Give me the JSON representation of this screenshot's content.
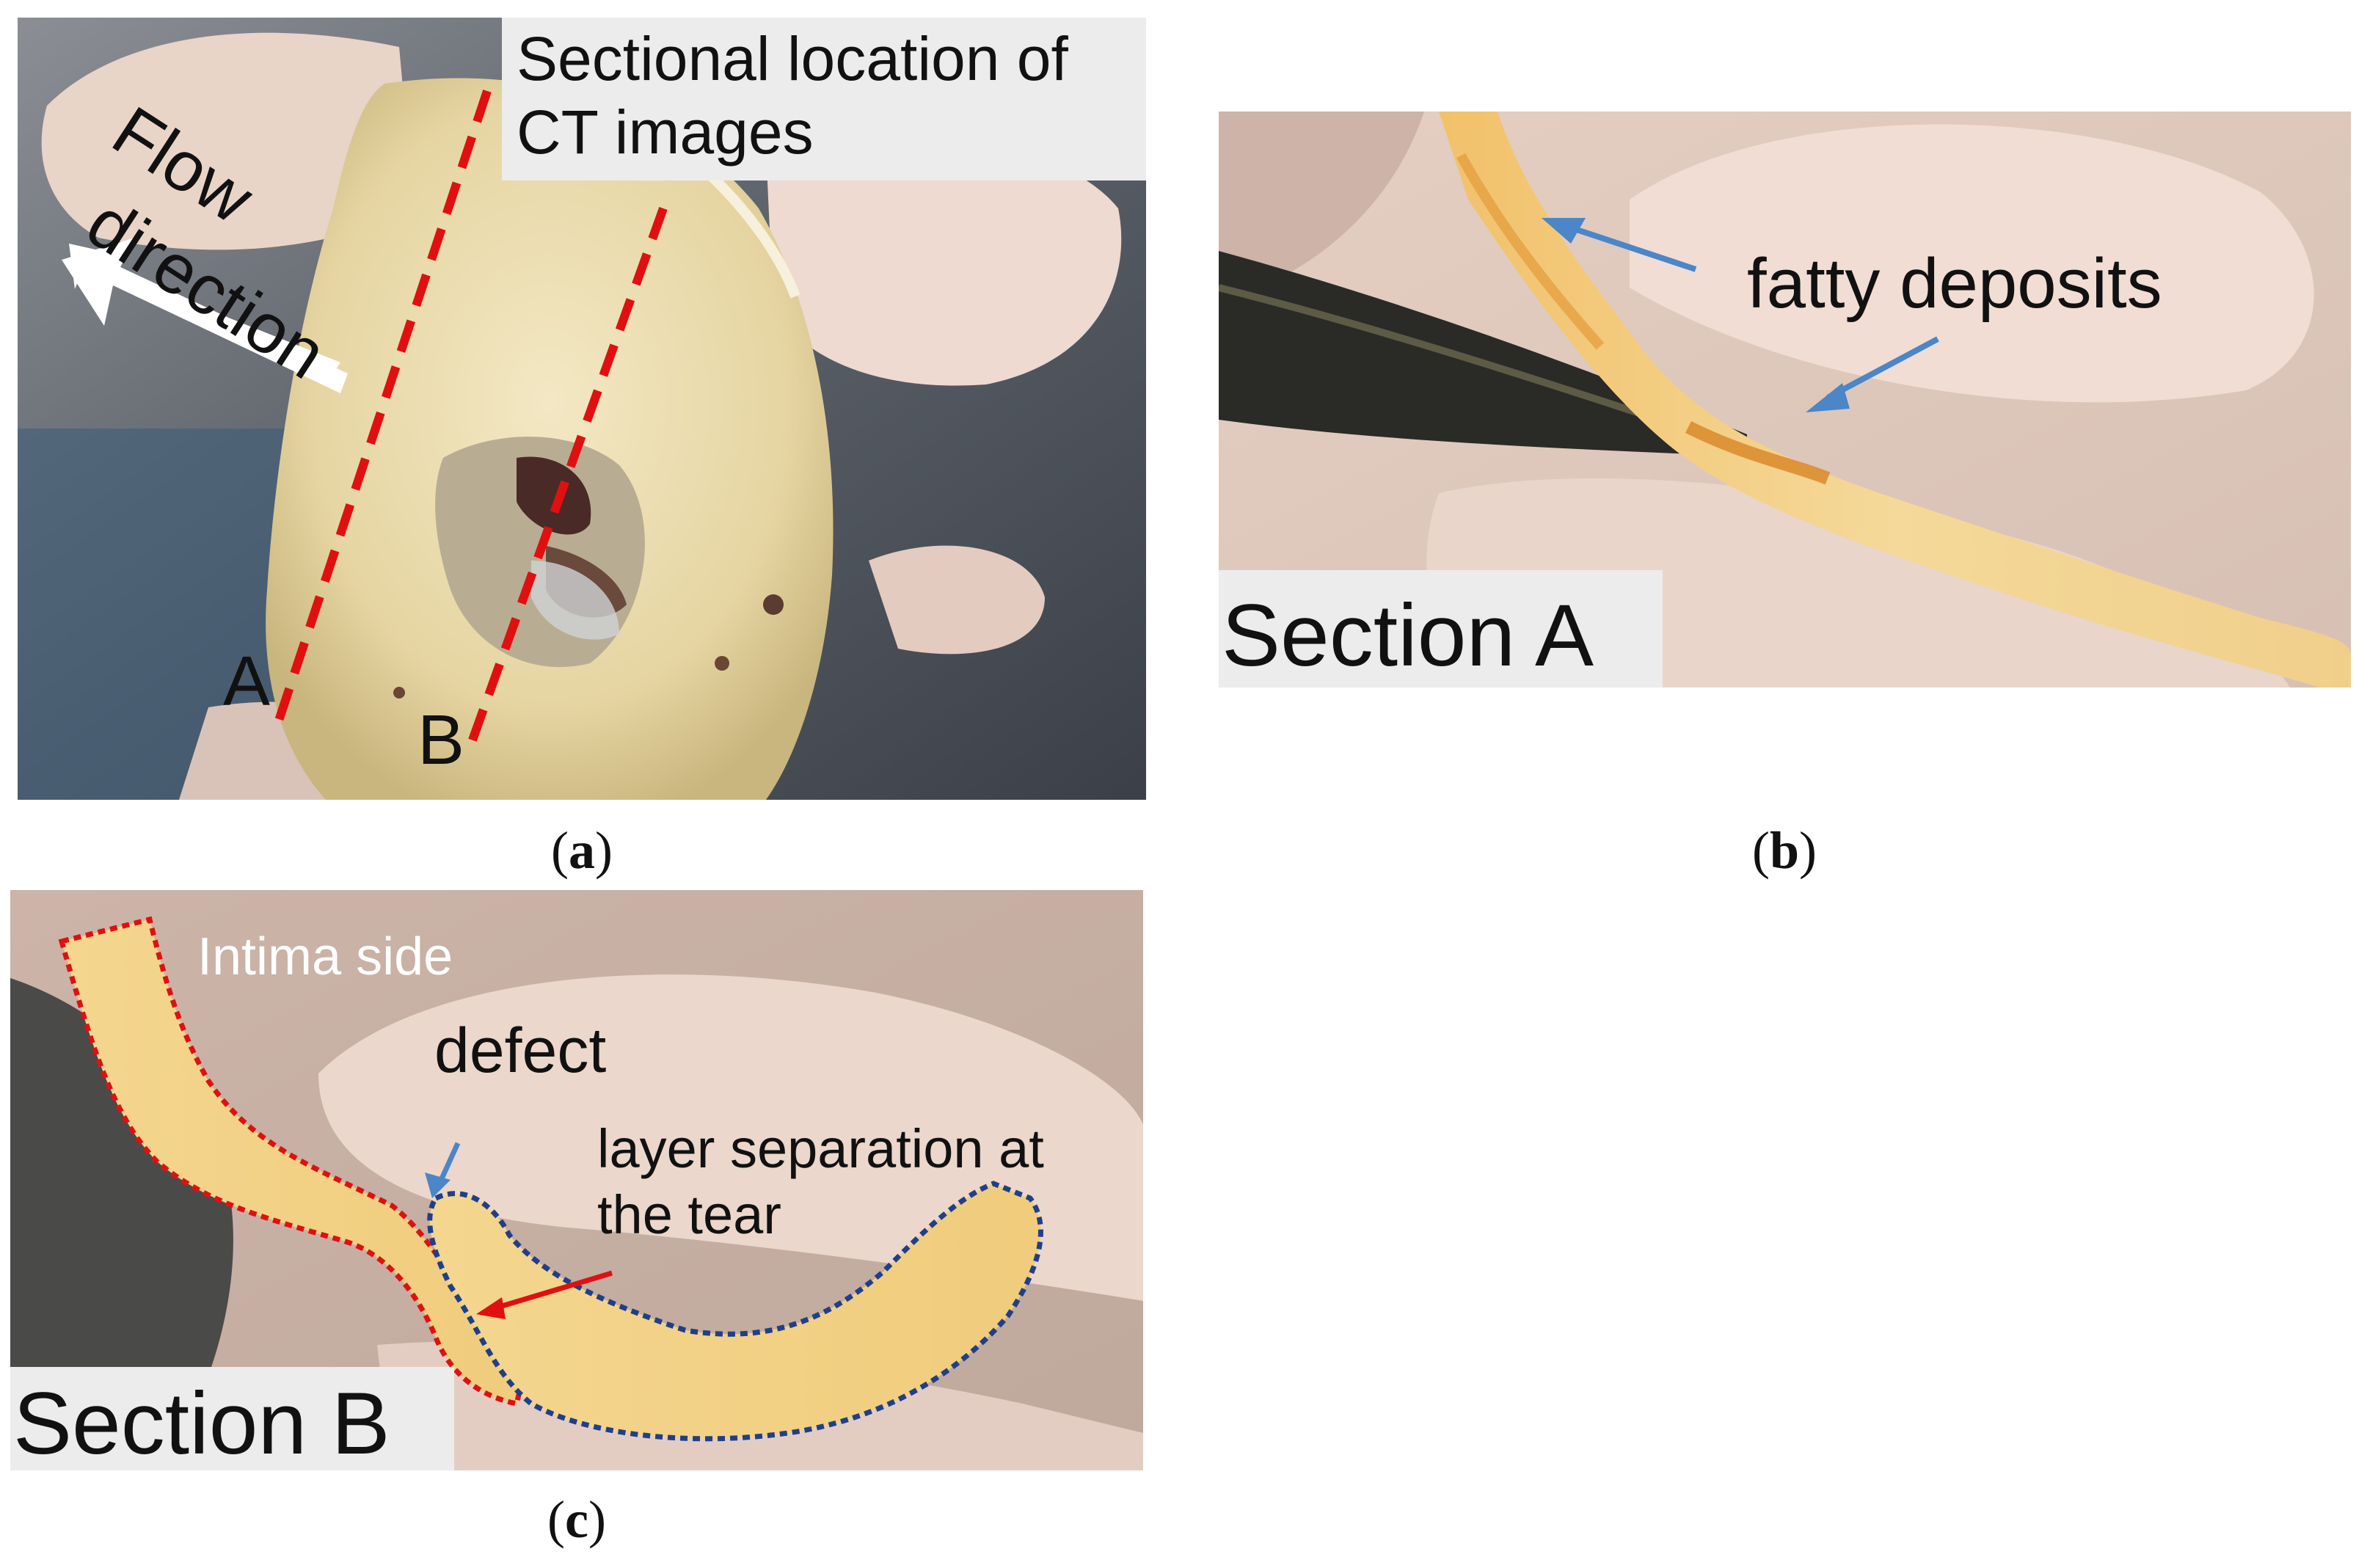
{
  "panel_a": {
    "caption_open": "(",
    "caption_letter": "a",
    "caption_close": ")",
    "location_line1": "Sectional location of",
    "location_line2": "CT images",
    "flow_line1": "Flow",
    "flow_line2": "direction",
    "label_a": "A",
    "label_b": "B"
  },
  "panel_b": {
    "caption_open": "(",
    "caption_letter": "b",
    "caption_close": ")",
    "fatty": "fatty deposits",
    "section": "Section A"
  },
  "panel_c": {
    "caption_open": "(",
    "caption_letter": "c",
    "caption_close": ")",
    "intima": "Intima side",
    "defect": "defect",
    "layer_line1": "layer separation at",
    "layer_line2": "the tear",
    "section": "Section B"
  },
  "colors": {
    "red_dash": "#e01010",
    "blue_arrow": "#4a86c8",
    "blue_outline": "#1f3f8a",
    "tissue": "#f1e3b5",
    "glove": "#e8cfc4"
  }
}
